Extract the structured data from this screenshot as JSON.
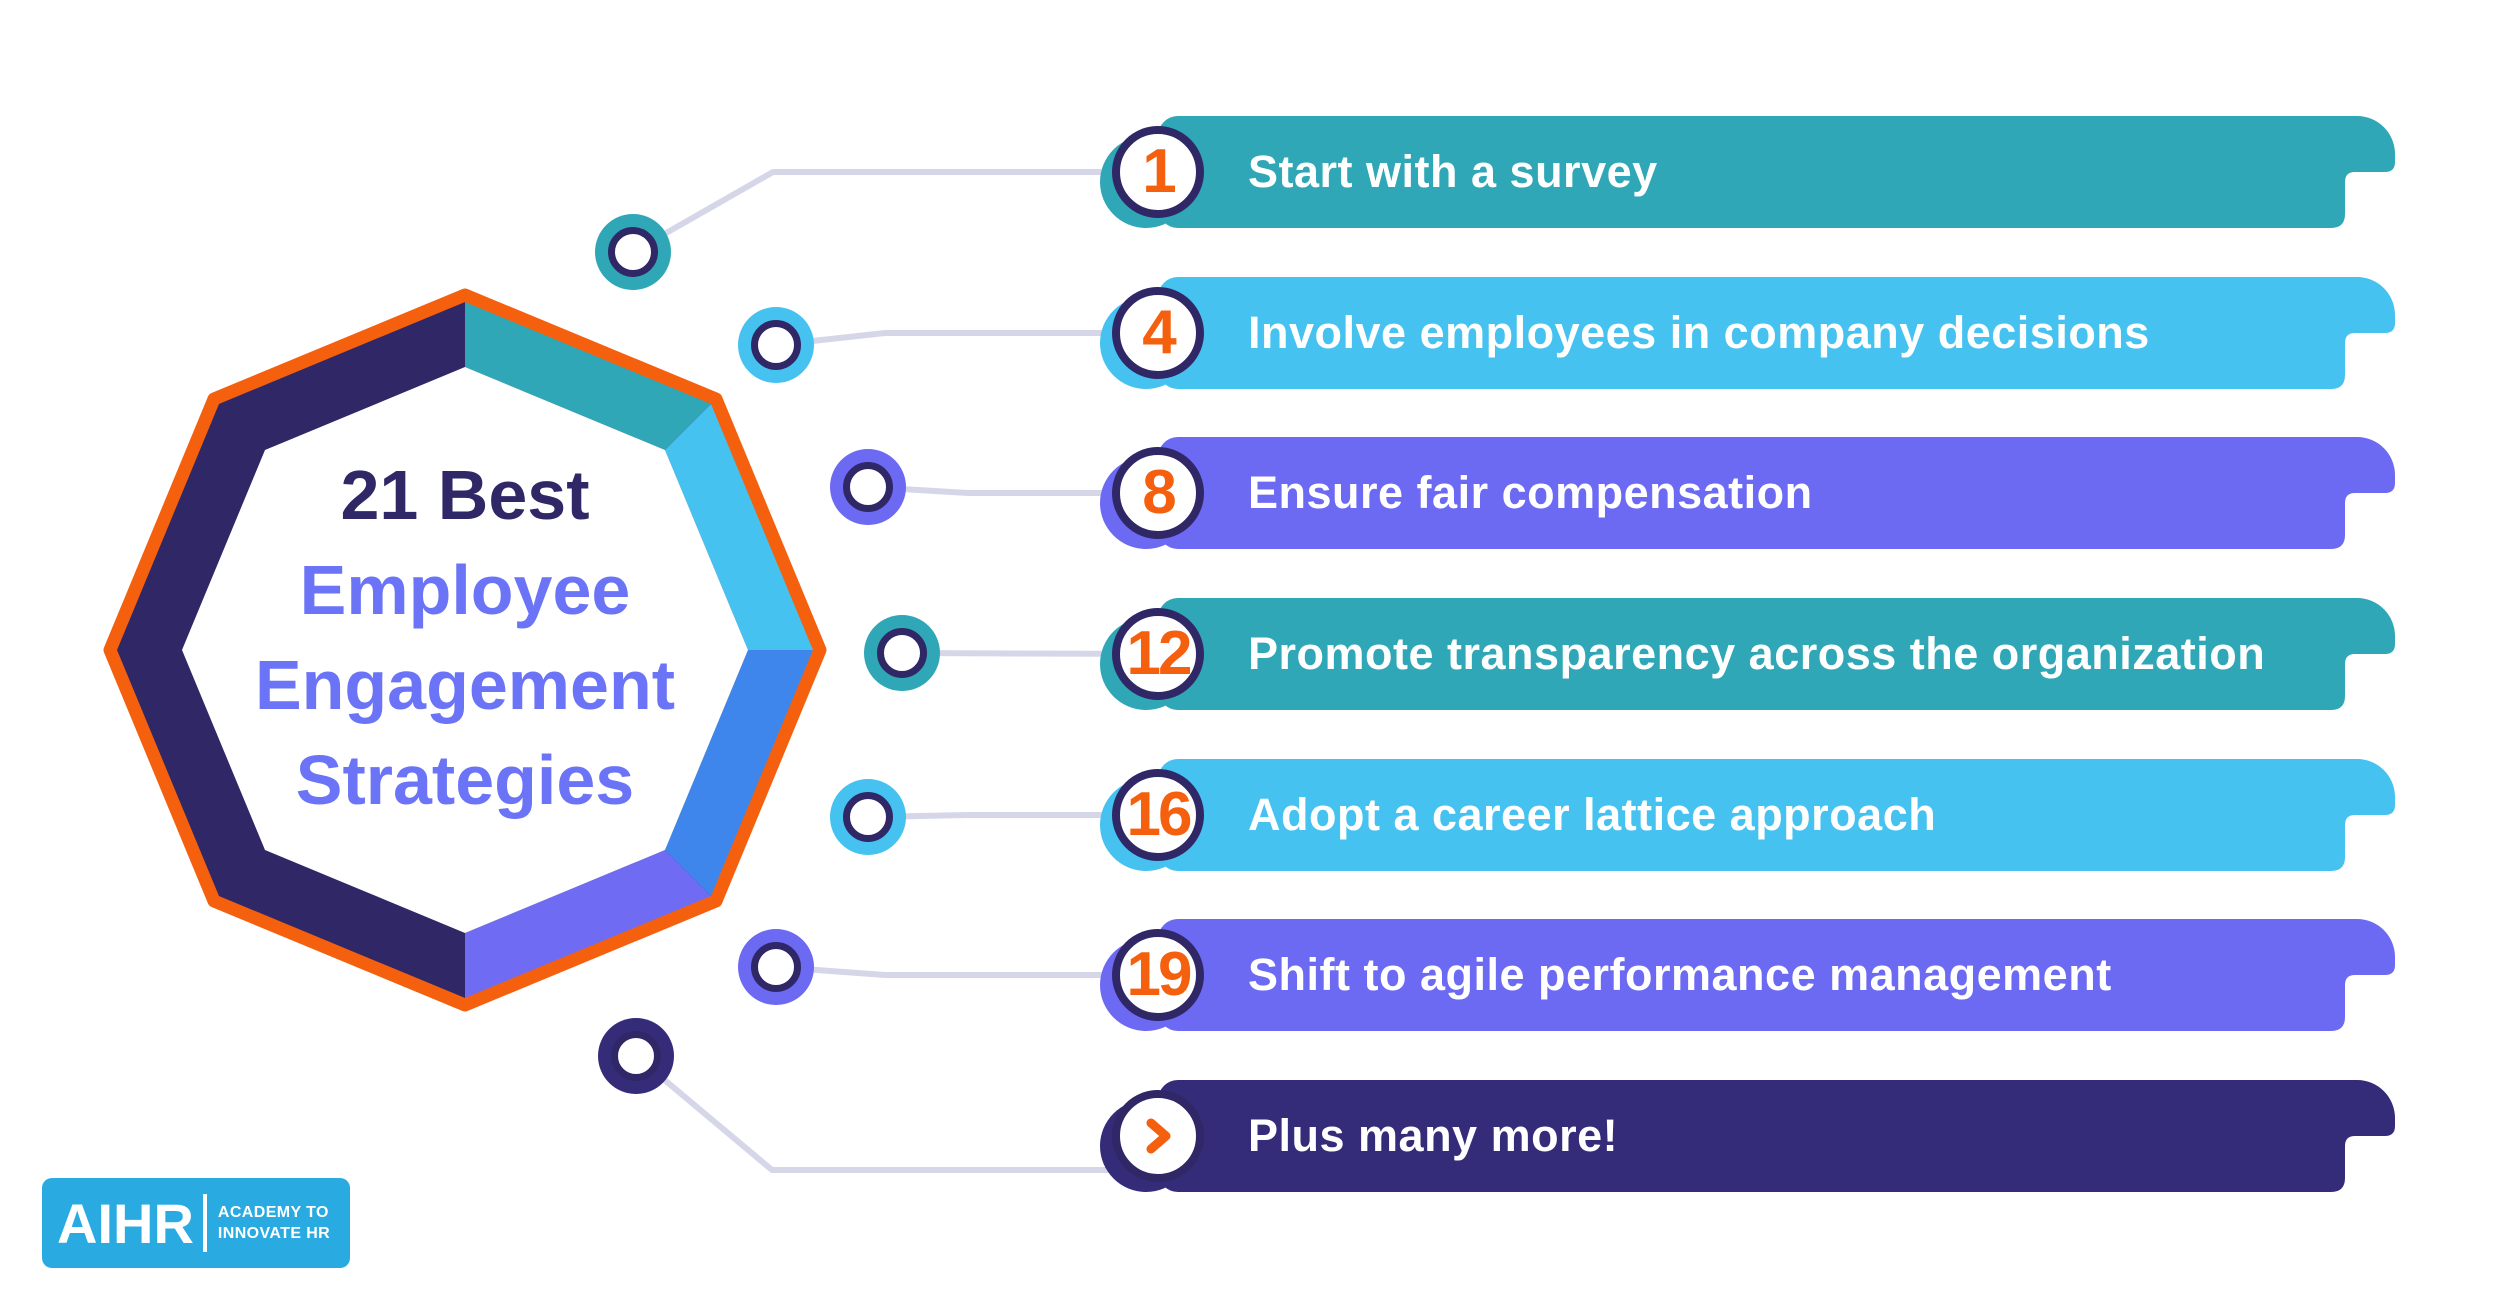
{
  "infographic": {
    "title": {
      "lines": [
        "21 Best",
        "Employee",
        "Engagement",
        "Strategies"
      ]
    },
    "items": [
      {
        "number": "1",
        "label": "Start with a survey",
        "color": "#2FA7B6"
      },
      {
        "number": "4",
        "label": "Involve employees in company decisions",
        "color": "#45C2F0"
      },
      {
        "number": "8",
        "label": "Ensure fair compensation",
        "color": "#6C69F2"
      },
      {
        "number": "12",
        "label": "Promote transparency across the organization",
        "color": "#2FA7B6"
      },
      {
        "number": "16",
        "label": "Adopt a career lattice approach",
        "color": "#45C2F0"
      },
      {
        "number": "19",
        "label": "Shift to agile performance management",
        "color": "#6C69F2"
      },
      {
        "icon": "chevron-right-icon",
        "label": "Plus many more!",
        "color": "#342C78"
      }
    ]
  },
  "logo": {
    "brand": "AIHR",
    "tagline_line1": "ACADEMY TO",
    "tagline_line2": "INNOVATE HR"
  },
  "colors": {
    "navy": "#2F2766",
    "teal": "#2FA7B6",
    "light_blue": "#45C2F0",
    "periwinkle": "#6C69F2",
    "royal_blue": "#3E86EC",
    "periwinkle_segment": "#6F6CF3",
    "orange": "#F4600E",
    "connector": "#D6D6E9",
    "title_periwinkle": "#6B74F6",
    "logo_blue": "#29ABE2"
  }
}
